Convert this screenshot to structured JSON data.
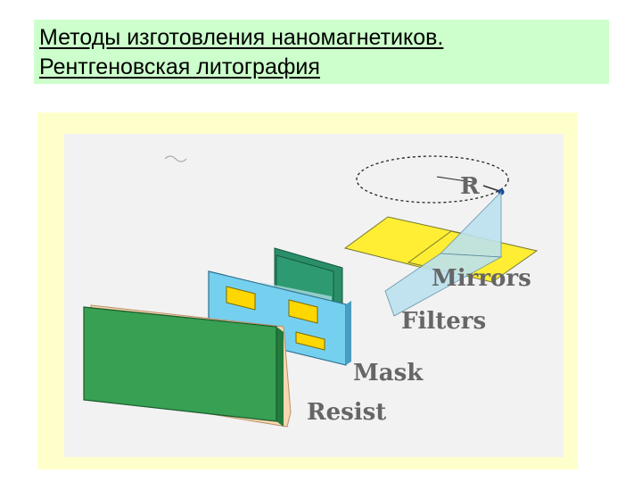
{
  "slide": {
    "title_line1": "Методы изготовления наномагнетиков.",
    "title_line2": "Рентгеновская литография"
  },
  "diagram": {
    "labels": {
      "source": "R",
      "mirrors": "Mirrors",
      "filters": "Filters",
      "mask": "Mask",
      "resist": "Resist"
    },
    "colors": {
      "title_background": "#ccffcc",
      "frame_background": "#ffffcc",
      "panel_background": "#f2f2f2",
      "mirror": "#ffee33",
      "beam": "#bbe2ef",
      "filter": "#2e9a72",
      "mask": "#75d0ef",
      "mask_window": "#ffd700",
      "resist": "#37a053",
      "resist_layer": "#f9d6ae",
      "label": "#666666"
    }
  }
}
